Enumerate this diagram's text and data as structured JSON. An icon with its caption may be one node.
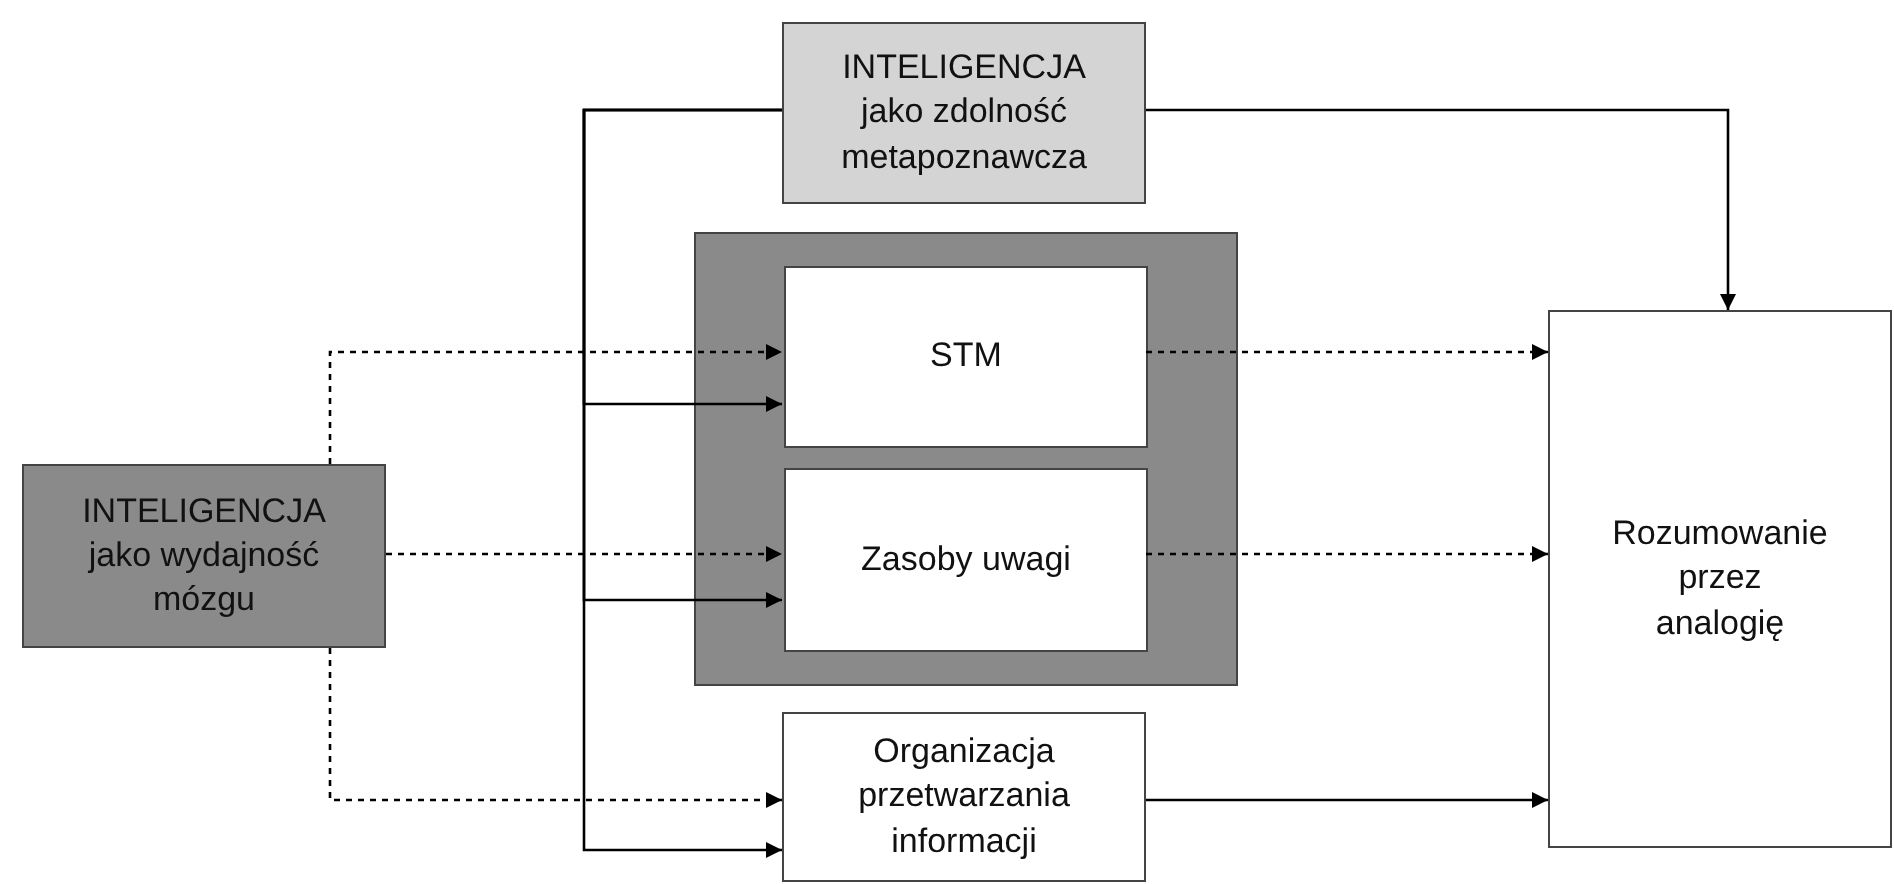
{
  "diagram": {
    "nodes": [
      {
        "text": [
          "INTELIGENCJA",
          "jako zdolność metapoznawcza"
        ]
      },
      {
        "text": [],
        "shape": "box"
      },
      {
        "text": [
          "STM"
        ],
        "in": 1
      },
      {
        "text": [
          "Zasoby uwagi"
        ],
        "in": 1
      },
      {
        "text": [
          "INTELIGENCJA",
          "jako wydajność mózgu"
        ]
      },
      {
        "text": [
          "Organizacja przetwarzania informacji"
        ]
      },
      {
        "text": [
          "Rozumowanie przez analogię"
        ]
      }
    ],
    "edges": [
      {
        "from": 0,
        "to": 2,
        "arrow": "to"
      },
      {
        "from": 0,
        "to": 3,
        "arrow": "to"
      },
      {
        "from": 0,
        "to": 5,
        "arrow": "to"
      },
      {
        "from": 0,
        "to": 6,
        "arrow": "to"
      },
      {
        "from": 4,
        "to": 2,
        "arrow": "to",
        "style": "dashed"
      },
      {
        "from": 4,
        "to": 3,
        "arrow": "to",
        "style": "dashed"
      },
      {
        "from": 4,
        "to": 5,
        "arrow": "to",
        "style": "dashed"
      },
      {
        "from": 2,
        "to": 6,
        "arrow": "to",
        "style": "dashed"
      },
      {
        "from": 3,
        "to": 6,
        "arrow": "to",
        "style": "dashed"
      },
      {
        "from": 5,
        "to": 6,
        "arrow": "to"
      }
    ]
  }
}
